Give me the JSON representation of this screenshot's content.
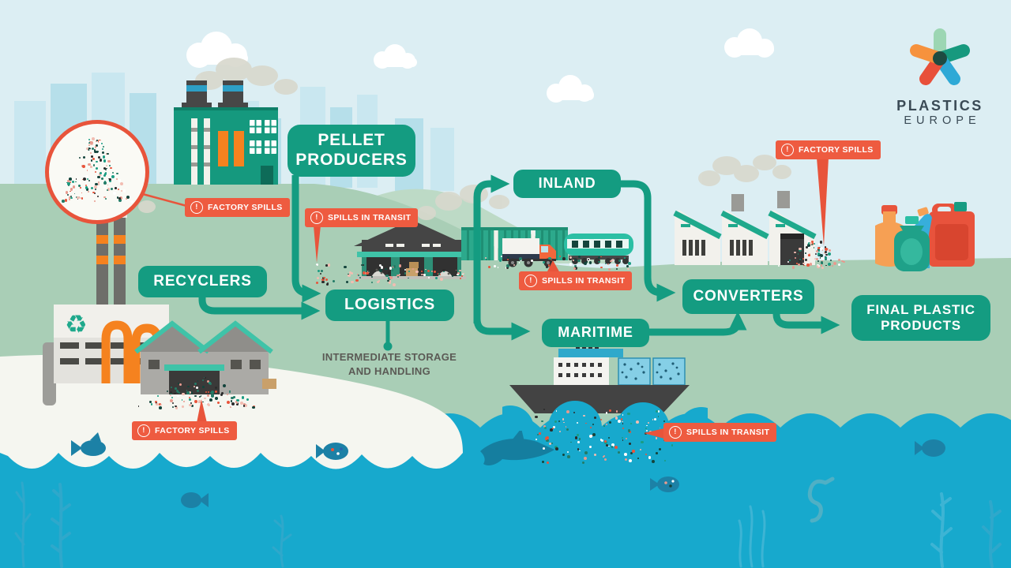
{
  "logo": {
    "line1": "PLASTICS",
    "line2": "EUROPE"
  },
  "signs": {
    "pellet_producers_line1": "PELLET",
    "pellet_producers_line2": "PRODUCERS",
    "recyclers": "RECYCLERS",
    "logistics": "LOGISTICS",
    "inland": "INLAND",
    "maritime": "MARITIME",
    "converters": "CONVERTERS",
    "final_products_line1": "FINAL PLASTIC",
    "final_products_line2": "PRODUCTS"
  },
  "notes": {
    "logistics_note_line1": "INTERMEDIATE STORAGE",
    "logistics_note_line2": "AND HANDLING"
  },
  "badges": {
    "warning_symbol": "!",
    "factory_spills": "FACTORY SPILLS",
    "spills_in_transit": "SPILLS IN TRANSIT"
  },
  "colors": {
    "brand_green": "#149C81",
    "teal_accent": "#3FC3A8",
    "badge_red": "#EE5B40",
    "sky_blue": "#DCEEF3",
    "land_green": "#A9CEB6",
    "hill_green": "#BDDAC6",
    "ocean_blue": "#17A9CD",
    "shore_white": "#F5F6F0",
    "dark_gray": "#474747",
    "orange": "#F5821F",
    "logo_text": "#3A4A55"
  },
  "pellet_colors": [
    "#E8543B",
    "#1A9C82",
    "#14443C",
    "#E89A8E",
    "#F2BDB2",
    "#2B2B2B",
    "#FFFFFF",
    "#237B66"
  ]
}
